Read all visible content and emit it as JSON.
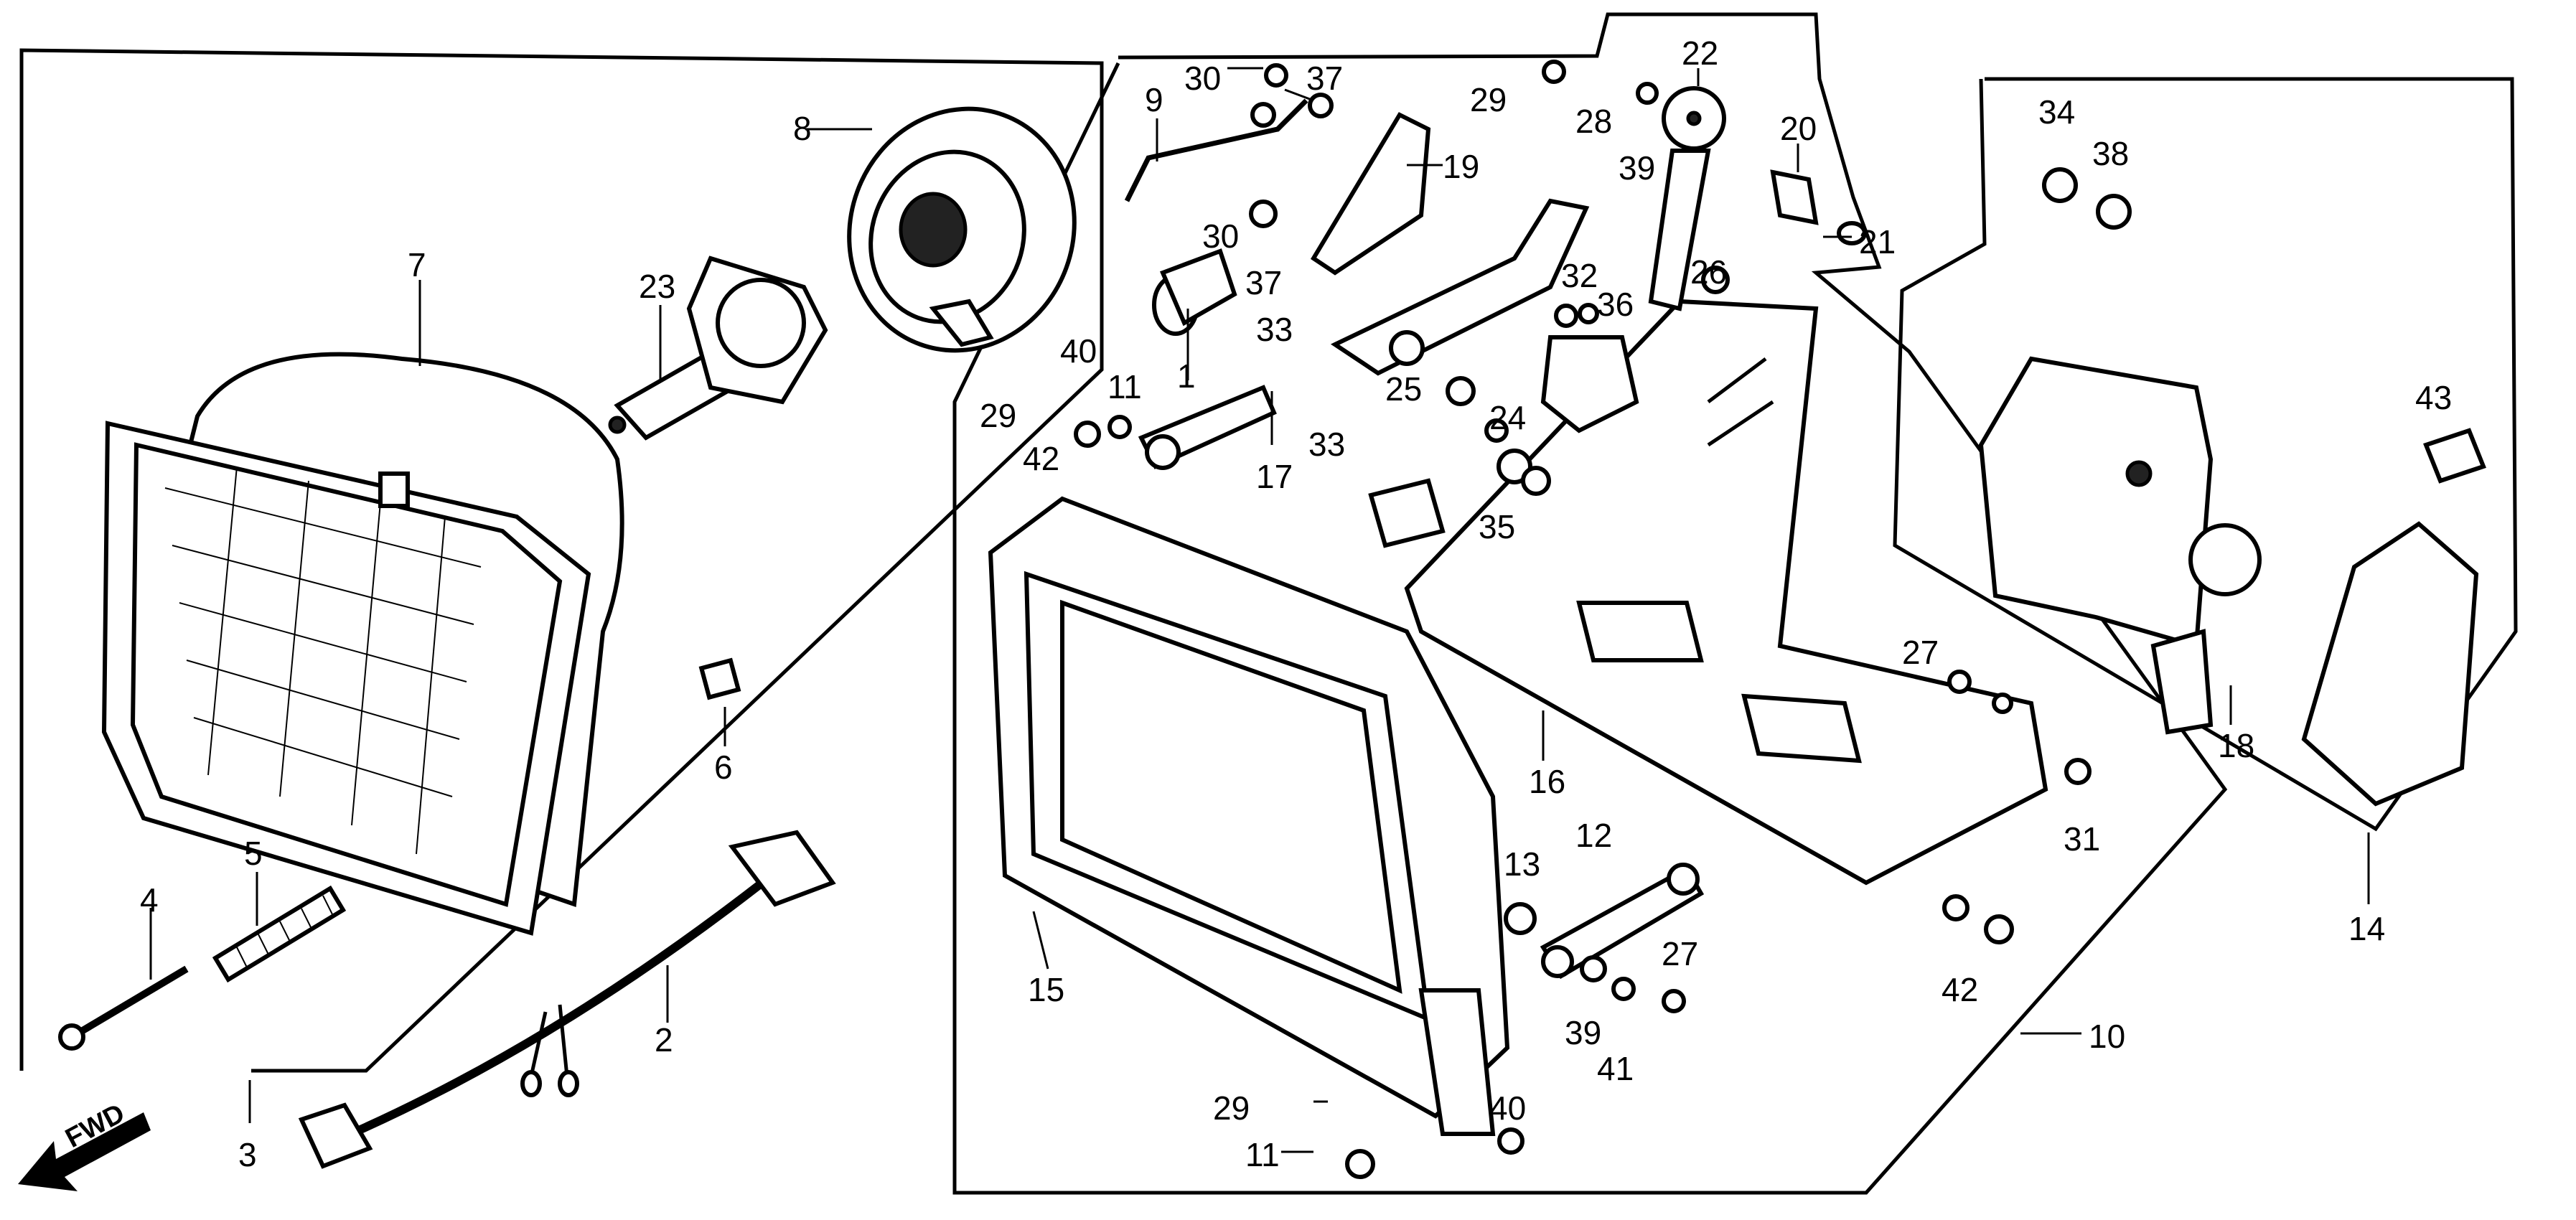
{
  "fwd_label": "FWD",
  "parts": [
    {
      "id": "p1",
      "number": "1"
    },
    {
      "id": "p2",
      "number": "2"
    },
    {
      "id": "p3",
      "number": "3"
    },
    {
      "id": "p4",
      "number": "4"
    },
    {
      "id": "p5",
      "number": "5"
    },
    {
      "id": "p6",
      "number": "6"
    },
    {
      "id": "p7",
      "number": "7"
    },
    {
      "id": "p8",
      "number": "8"
    },
    {
      "id": "p9",
      "number": "9"
    },
    {
      "id": "p10",
      "number": "10"
    },
    {
      "id": "p11a",
      "number": "11"
    },
    {
      "id": "p11b",
      "number": "11"
    },
    {
      "id": "p12",
      "number": "12"
    },
    {
      "id": "p13",
      "number": "13"
    },
    {
      "id": "p14",
      "number": "14"
    },
    {
      "id": "p15",
      "number": "15"
    },
    {
      "id": "p16",
      "number": "16"
    },
    {
      "id": "p17",
      "number": "17"
    },
    {
      "id": "p18",
      "number": "18"
    },
    {
      "id": "p19",
      "number": "19"
    },
    {
      "id": "p20",
      "number": "20"
    },
    {
      "id": "p21",
      "number": "21"
    },
    {
      "id": "p22",
      "number": "22"
    },
    {
      "id": "p23",
      "number": "23"
    },
    {
      "id": "p24",
      "number": "24"
    },
    {
      "id": "p25",
      "number": "25"
    },
    {
      "id": "p26",
      "number": "26"
    },
    {
      "id": "p27a",
      "number": "27"
    },
    {
      "id": "p27b",
      "number": "27"
    },
    {
      "id": "p28",
      "number": "28"
    },
    {
      "id": "p29a",
      "number": "29"
    },
    {
      "id": "p29b",
      "number": "29"
    },
    {
      "id": "p29c",
      "number": "29"
    },
    {
      "id": "p30a",
      "number": "30"
    },
    {
      "id": "p30b",
      "number": "30"
    },
    {
      "id": "p31",
      "number": "31"
    },
    {
      "id": "p32",
      "number": "32"
    },
    {
      "id": "p33a",
      "number": "33"
    },
    {
      "id": "p33b",
      "number": "33"
    },
    {
      "id": "p34",
      "number": "34"
    },
    {
      "id": "p35",
      "number": "35"
    },
    {
      "id": "p36",
      "number": "36"
    },
    {
      "id": "p37a",
      "number": "37"
    },
    {
      "id": "p37b",
      "number": "37"
    },
    {
      "id": "p38",
      "number": "38"
    },
    {
      "id": "p39a",
      "number": "39"
    },
    {
      "id": "p39b",
      "number": "39"
    },
    {
      "id": "p40a",
      "number": "40"
    },
    {
      "id": "p40b",
      "number": "40"
    },
    {
      "id": "p41",
      "number": "41"
    },
    {
      "id": "p42a",
      "number": "42"
    },
    {
      "id": "p42b",
      "number": "42"
    },
    {
      "id": "p43",
      "number": "43"
    }
  ]
}
